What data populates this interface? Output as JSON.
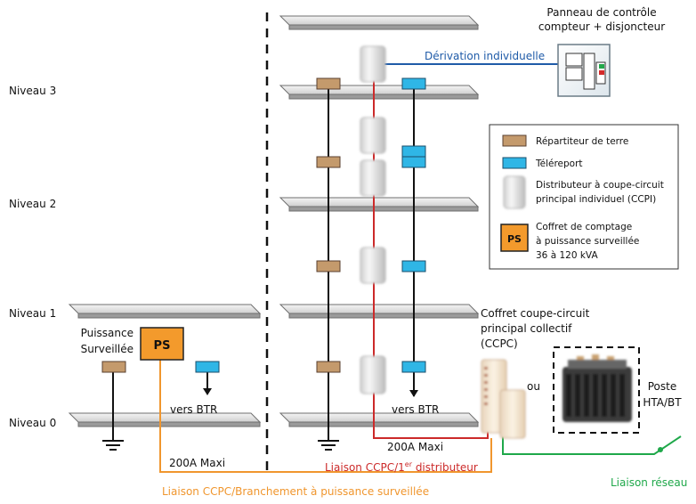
{
  "levels": {
    "l3": "Niveau 3",
    "l2": "Niveau 2",
    "l1": "Niveau 1",
    "l0": "Niveau 0"
  },
  "control_panel": {
    "line1": "Panneau de contrôle",
    "line2": "compteur + disjoncteur"
  },
  "derivation": "Dérivation individuelle",
  "legend": {
    "repartiteur": "Répartiteur de terre",
    "telereport": "Téléreport",
    "ccpi_line1": "Distributeur à coupe-circuit",
    "ccpi_line2": "principal individuel (CCPI)",
    "ps_badge": "PS",
    "ps_line1": "Coffret de comptage",
    "ps_line2": "à puissance surveillée",
    "ps_line3": "36 à 120 kVA"
  },
  "ps_box": {
    "label1": "Puissance",
    "label2": "Surveillée",
    "badge": "PS"
  },
  "vers_btr_left": "vers BTR",
  "vers_btr_right": "vers BTR",
  "ccpc": {
    "line1": "Coffret coupe-circuit",
    "line2": "principal collectif",
    "line3": "(CCPC)"
  },
  "ou": "ou",
  "poste": {
    "line1": "Poste",
    "line2": "HTA/BT"
  },
  "max_left": "200A Maxi",
  "max_right": "200A Maxi",
  "liaison_ccpc_1er": {
    "main": "Liaison CCPC/1",
    "sup": "er",
    "tail": " distributeur"
  },
  "liaison_reseau": "Liaison réseau",
  "liaison_branchement": "Liaison CCPC/Branchement à puissance surveillée",
  "colors": {
    "red": "#cc2a2a",
    "orange": "#f0962e",
    "green": "#1fa84a",
    "blue": "#1f5ba8",
    "cyan": "#2fb6e6",
    "brown": "#c49a6c",
    "ps_fill": "#f39a2c"
  }
}
